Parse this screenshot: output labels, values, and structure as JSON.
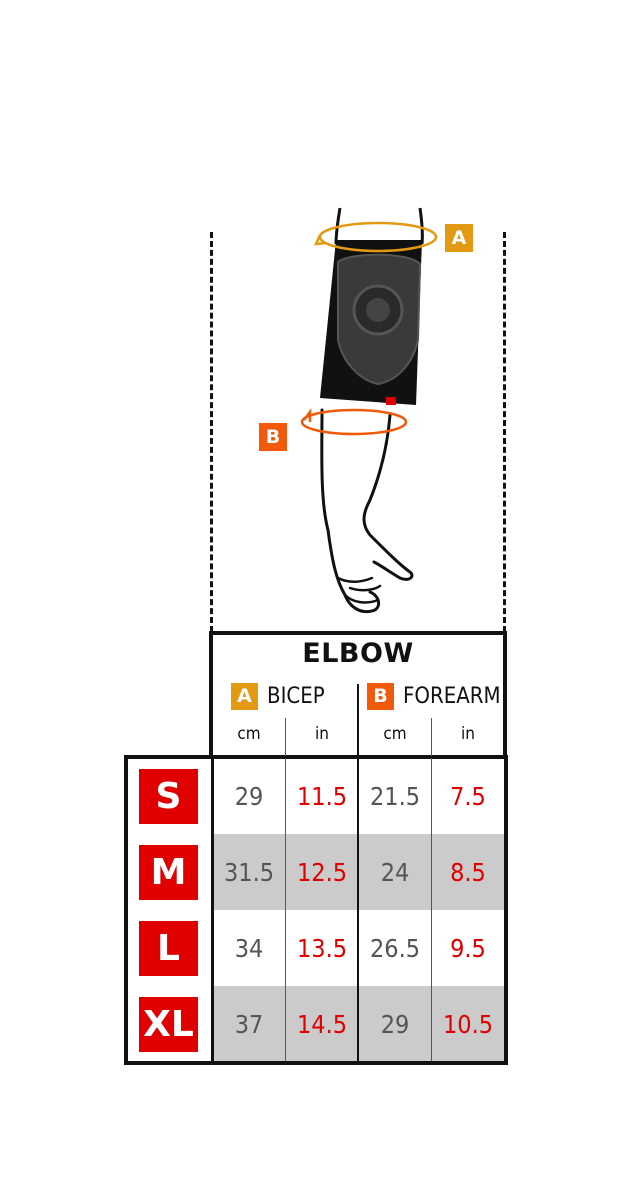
{
  "markers": {
    "A": {
      "label": "A",
      "color": "#e39a12"
    },
    "B": {
      "label": "B",
      "color": "#f05a0a"
    }
  },
  "table": {
    "title": "ELBOW",
    "groups": [
      {
        "badge": "A",
        "name": "BICEP",
        "color": "#e39a12"
      },
      {
        "badge": "B",
        "name": "FOREARM",
        "color": "#f05a0a"
      }
    ],
    "units": [
      "cm",
      "in",
      "cm",
      "in"
    ],
    "rows": [
      {
        "size": "S",
        "bicep_cm": "29",
        "bicep_in": "11.5",
        "forearm_cm": "21.5",
        "forearm_in": "7.5"
      },
      {
        "size": "M",
        "bicep_cm": "31.5",
        "bicep_in": "12.5",
        "forearm_cm": "24",
        "forearm_in": "8.5"
      },
      {
        "size": "L",
        "bicep_cm": "34",
        "bicep_in": "13.5",
        "forearm_cm": "26.5",
        "forearm_in": "9.5"
      },
      {
        "size": "XL",
        "bicep_cm": "37",
        "bicep_in": "14.5",
        "forearm_cm": "29",
        "forearm_in": "10.5"
      }
    ]
  },
  "colors": {
    "size_badge": "#e00000",
    "inch_text": "#e00000",
    "shaded_row": "#cbcbcb"
  }
}
